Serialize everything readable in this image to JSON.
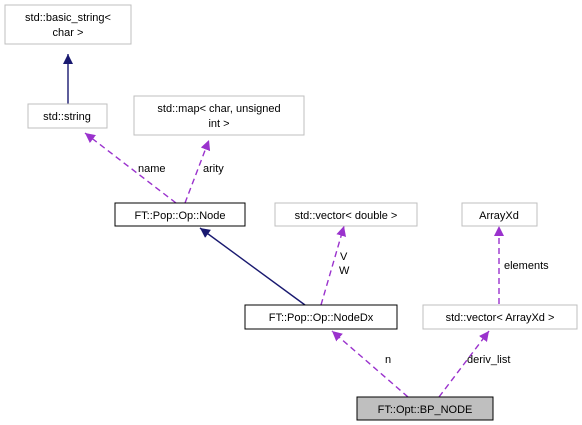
{
  "diagram": {
    "nodes": {
      "basic_string": {
        "lines": [
          "std::basic_string<",
          "char >"
        ],
        "style": "external"
      },
      "string": {
        "lines": [
          "std::string"
        ],
        "style": "external"
      },
      "map": {
        "lines": [
          "std::map< char, unsigned",
          "int >"
        ],
        "style": "external"
      },
      "node": {
        "lines": [
          "FT::Pop::Op::Node"
        ],
        "style": "class"
      },
      "vector_double": {
        "lines": [
          "std::vector< double >"
        ],
        "style": "external"
      },
      "arrayxd": {
        "lines": [
          "ArrayXd"
        ],
        "style": "external"
      },
      "nodedx": {
        "lines": [
          "FT::Pop::Op::NodeDx"
        ],
        "style": "class"
      },
      "vector_arrayxd": {
        "lines": [
          "std::vector< ArrayXd >"
        ],
        "style": "external"
      },
      "bp_node": {
        "lines": [
          "FT::Opt::BP_NODE"
        ],
        "style": "focus"
      }
    },
    "edges": [
      {
        "id": "string-to-basic_string",
        "kind": "inheritance",
        "label": []
      },
      {
        "id": "string-name-node",
        "kind": "usage",
        "label": [
          "name"
        ]
      },
      {
        "id": "map-arity-node",
        "kind": "usage",
        "label": [
          "arity"
        ]
      },
      {
        "id": "nodedx-to-node",
        "kind": "inheritance",
        "label": []
      },
      {
        "id": "vector_double-vw-nodedx",
        "kind": "usage",
        "label": [
          "V",
          "W"
        ]
      },
      {
        "id": "arrayxd-elements-vector",
        "kind": "usage",
        "label": [
          "elements"
        ]
      },
      {
        "id": "nodedx-n-bp_node",
        "kind": "usage",
        "label": [
          "n"
        ]
      },
      {
        "id": "vector_arrayxd-deriv_list-bp_node",
        "kind": "usage",
        "label": [
          "deriv_list"
        ]
      }
    ],
    "colors": {
      "inheritance": "#191970",
      "usage": "#9a32cd",
      "external_border": "#bfbfbf",
      "class_border": "#000000",
      "focus_fill": "#bfbfbf"
    }
  }
}
